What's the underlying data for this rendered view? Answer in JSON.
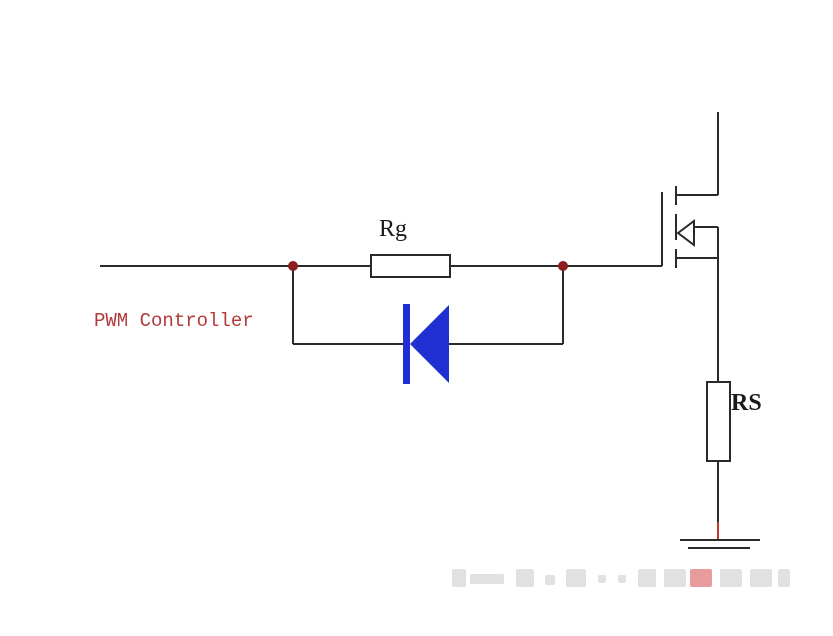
{
  "labels": {
    "pwm_controller": "PWM Controller",
    "rg": "Rg",
    "rs": "RS"
  },
  "colors": {
    "wire": "#2a2a2a",
    "diode": "#1f2fd1",
    "node": "#8b1e1e",
    "label_red": "#b23a3a",
    "ground_stub": "#c0392b"
  },
  "components": [
    {
      "type": "resistor",
      "label": "Rg",
      "orientation": "horizontal"
    },
    {
      "type": "diode",
      "color": "blue",
      "direction": "cathode-left"
    },
    {
      "type": "mosfet",
      "channel": "n"
    },
    {
      "type": "resistor",
      "label": "RS",
      "orientation": "vertical"
    },
    {
      "type": "ground"
    }
  ]
}
